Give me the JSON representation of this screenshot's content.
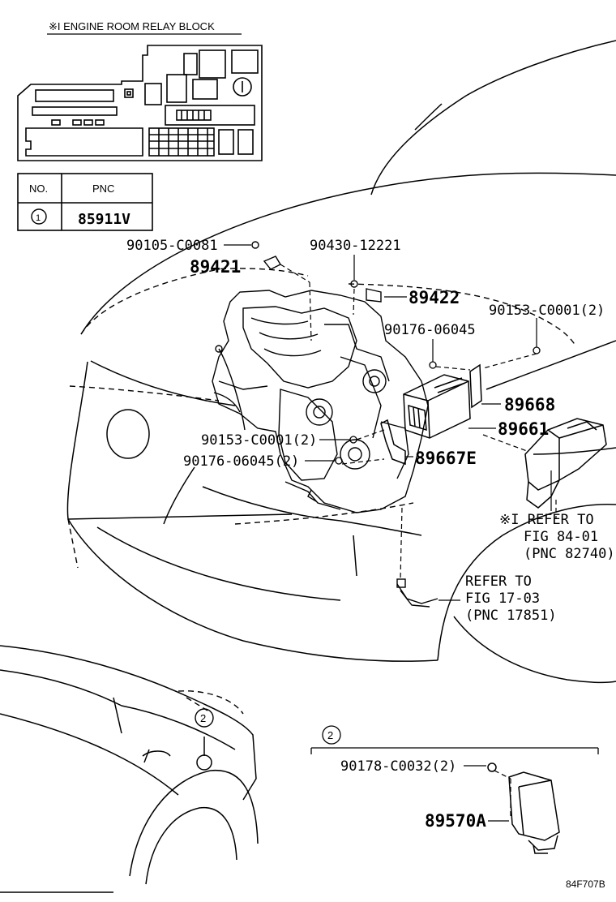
{
  "relay_block": {
    "title": "※I ENGINE ROOM RELAY BLOCK",
    "table": {
      "col_no": "NO.",
      "col_pnc": "PNC",
      "row_no": "1",
      "row_pnc": "85911V"
    }
  },
  "callouts": {
    "p90105": "90105-C0081",
    "p89421": "89421",
    "p90430": "90430-12221",
    "p89422": "89422",
    "p90153a": "90153-C0001(2)",
    "p90176a": "90176-06045",
    "p89668": "89668",
    "p90153b": "90153-C0001(2)",
    "p89661": "89661",
    "p90176b": "90176-06045(2)",
    "p89667E": "89667E"
  },
  "refs": {
    "ref1": [
      "※I REFER TO",
      "FIG 84-01",
      "(PNC 82740)"
    ],
    "ref2": [
      "REFER TO",
      "FIG 17-03",
      "(PNC 17851)"
    ]
  },
  "detail2": {
    "marker": "2",
    "p90178": "90178-C0032(2)",
    "p89570A": "89570A"
  },
  "figure_id": "84F707B"
}
